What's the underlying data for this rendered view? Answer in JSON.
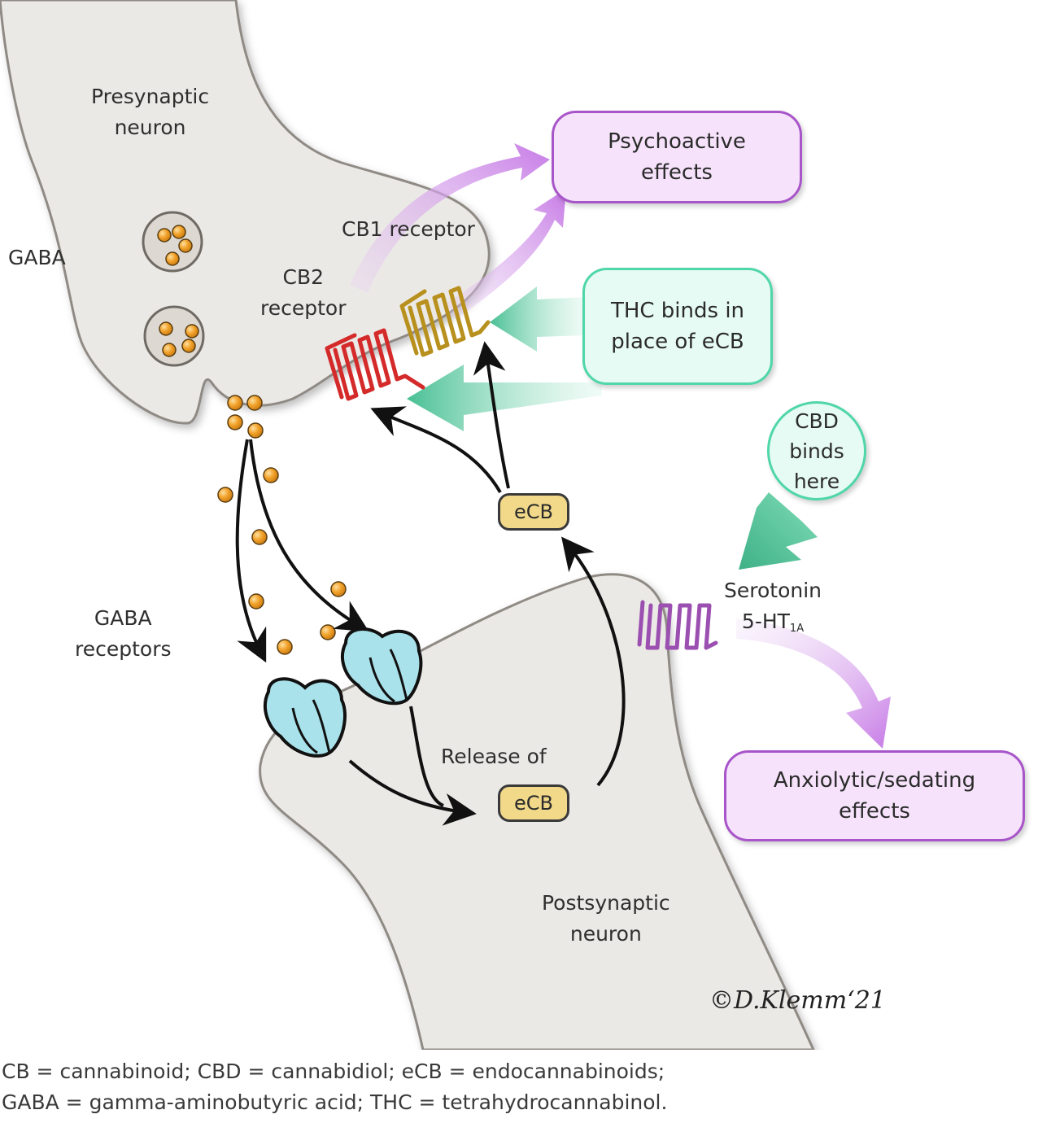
{
  "labels": {
    "presynaptic": [
      "Presynaptic",
      "neuron"
    ],
    "gaba": "GABA",
    "cb1_receptor": "CB1 receptor",
    "cb2_receptor": [
      "CB2",
      "receptor"
    ],
    "gaba_receptors": [
      "GABA",
      "receptors"
    ],
    "release_of": "Release of",
    "postsynaptic": [
      "Postsynaptic",
      "neuron"
    ],
    "serotonin": "Serotonin",
    "serotonin_receptor": "5-HT",
    "serotonin_subscript": "1A"
  },
  "boxes": {
    "psychoactive": [
      "Psychoactive",
      "effects"
    ],
    "thc": [
      "THC binds in",
      "place of eCB"
    ],
    "cbd": [
      "CBD",
      "binds",
      "here"
    ],
    "anxiolytic": [
      "Anxiolytic/sedating",
      "effects"
    ]
  },
  "pills": {
    "ecb_upper": "eCB",
    "ecb_lower": "eCB"
  },
  "signature": "©D.Klemm‘21",
  "legend": [
    "CB = cannabinoid; CBD = cannabidiol; eCB = endocannabinoids;",
    "GABA = gamma-aminobutyric acid; THC = tetrahydrocannabinol."
  ],
  "colors": {
    "cb1": "#b8901e",
    "cb2": "#d42a2a",
    "serotonin_receptor": "#9b4fb0",
    "gaba_receptor": "#a9e2ea",
    "gaba_molecule": "#f2a22a",
    "purple_box": "#a855c9",
    "green_box": "#4fd6a9"
  }
}
